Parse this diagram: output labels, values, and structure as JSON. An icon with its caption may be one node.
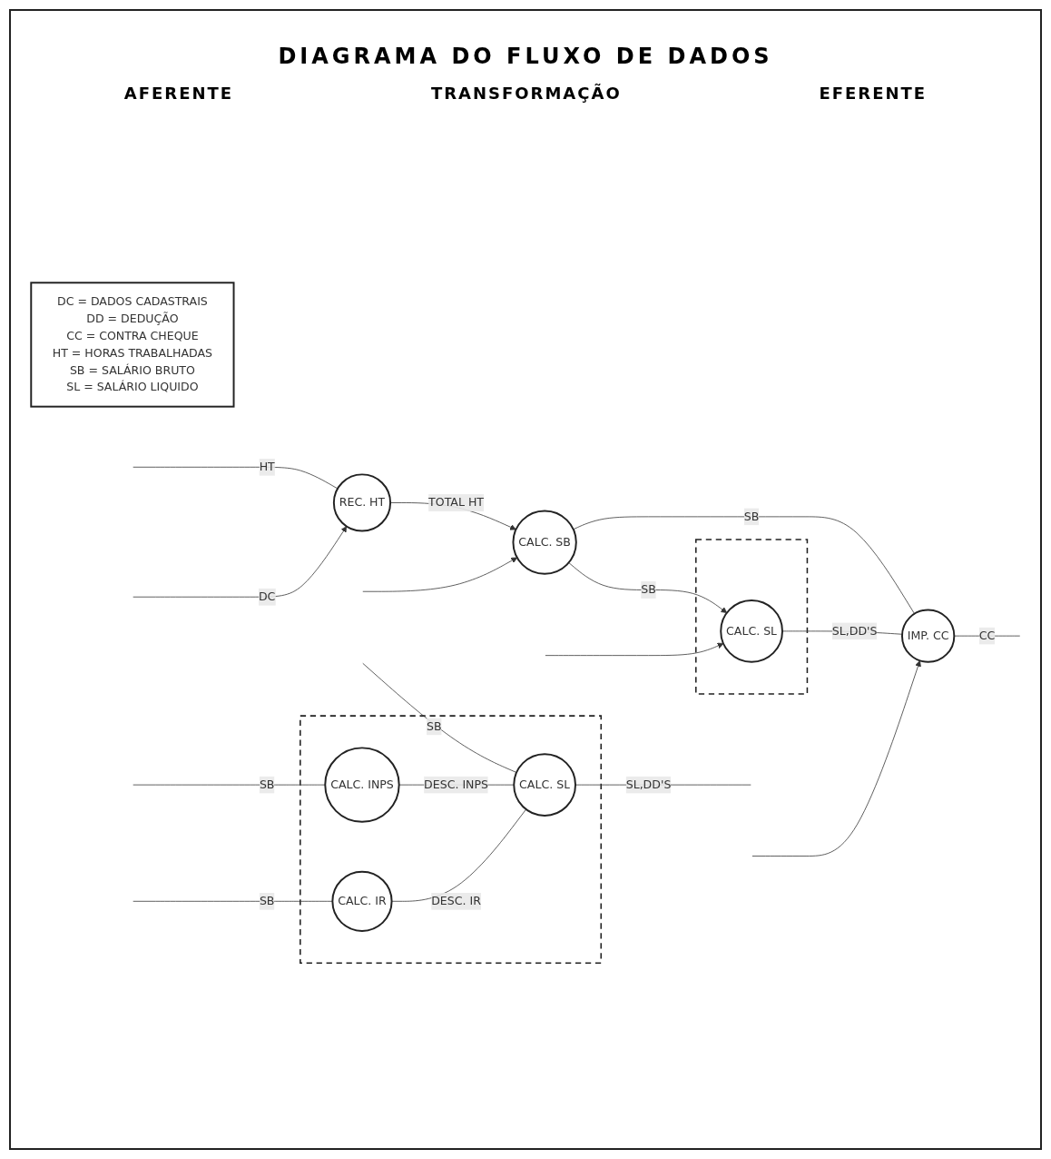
{
  "diagram": {
    "title": "DIAGRAMA DO FLUXO DE DADOS",
    "nodes": [
      {
        "text": [
          "REC. HT"
        ]
      },
      {
        "text": [
          "CALC. SB"
        ]
      },
      {
        "text": [],
        "shape": "box"
      },
      {
        "text": [
          "CALC. SL"
        ],
        "in": 2
      },
      {
        "text": [
          "IMP. CC"
        ]
      },
      {
        "text": [],
        "shape": "box"
      },
      {
        "text": [
          "CALC. INPS"
        ],
        "in": 5
      },
      {
        "text": [
          "CALC. IR"
        ],
        "in": 5
      },
      {
        "text": [
          "CALC. SL"
        ],
        "in": 5
      },
      {
        "text": [
          "DC = DADOS CADASTRAIS",
          "DD = DEDUÇÃO",
          "CC = CONTRA CHEQUE",
          "HT = HORAS TRABALHADAS",
          "SB = SALÁRIO BRUTO",
          "SL = SALÁRIO LIQUIDO"
        ]
      }
    ],
    "edges": [
      {
        "from": null,
        "to": 0,
        "arrow": "none",
        "label": "HT"
      },
      {
        "from": 0,
        "to": 1,
        "arrow": "to",
        "label": "TOTAL HT"
      },
      {
        "from": 1,
        "to": 3,
        "arrow": "to",
        "label": "SB"
      },
      {
        "from": 1,
        "to": 4,
        "arrow": "none",
        "label": "SB"
      },
      {
        "from": 3,
        "to": 4,
        "arrow": "none",
        "label": "SL,DD'S"
      },
      {
        "from": 4,
        "to": null,
        "arrow": "none",
        "label": "CC"
      },
      {
        "from": null,
        "to": 0,
        "arrow": "to",
        "label": "DC"
      },
      {
        "from": null,
        "to": 1,
        "arrow": "to"
      },
      {
        "from": null,
        "to": 3,
        "arrow": "to"
      },
      {
        "from": null,
        "to": 4,
        "arrow": "to"
      },
      {
        "from": null,
        "to": 8,
        "arrow": "none",
        "label": "SB"
      },
      {
        "from": null,
        "to": 6,
        "arrow": "none",
        "label": "SB"
      },
      {
        "from": null,
        "to": 7,
        "arrow": "none",
        "label": "SB"
      },
      {
        "from": 6,
        "to": 8,
        "arrow": "none",
        "label": "DESC. INPS"
      },
      {
        "from": 7,
        "to": 8,
        "arrow": "none",
        "label": "DESC. IR"
      },
      {
        "from": 8,
        "to": null,
        "arrow": "none",
        "label": "SL,DD'S"
      }
    ],
    "labels": [
      "AFERENTE",
      "TRANSFORMAÇÃO",
      "EFERENTE"
    ]
  }
}
